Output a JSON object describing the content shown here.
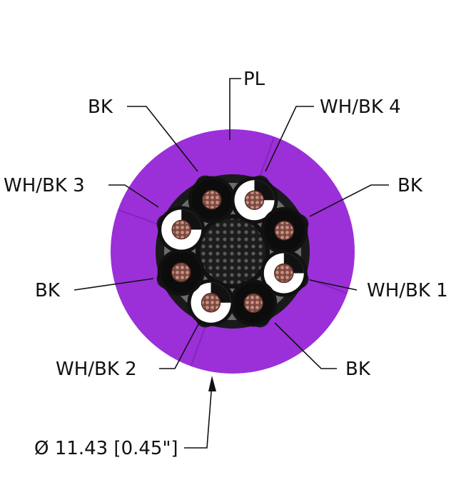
{
  "labels": {
    "jacket": "PL",
    "top_left": "BK",
    "top_right": "WH/BK 4",
    "left_upper": "WH/BK 3",
    "right_upper": "BK",
    "left_lower": "BK",
    "right_lower": "WH/BK 1",
    "bottom_left": "WH/BK 2",
    "bottom_right": "BK",
    "diameter": "Ø 11.43 [0.45\"]"
  },
  "colors": {
    "jacket": "#9b30d9",
    "jacket_highlight": "#ad45e6",
    "inner_sheath": "#1a1a1a",
    "filler": "#6b6b6b",
    "core_black": "#111111",
    "core_white": "#ffffff",
    "copper": "#b07a6c",
    "copper_light": "#e8b8a8",
    "center_braid": "#2a2a2a"
  }
}
